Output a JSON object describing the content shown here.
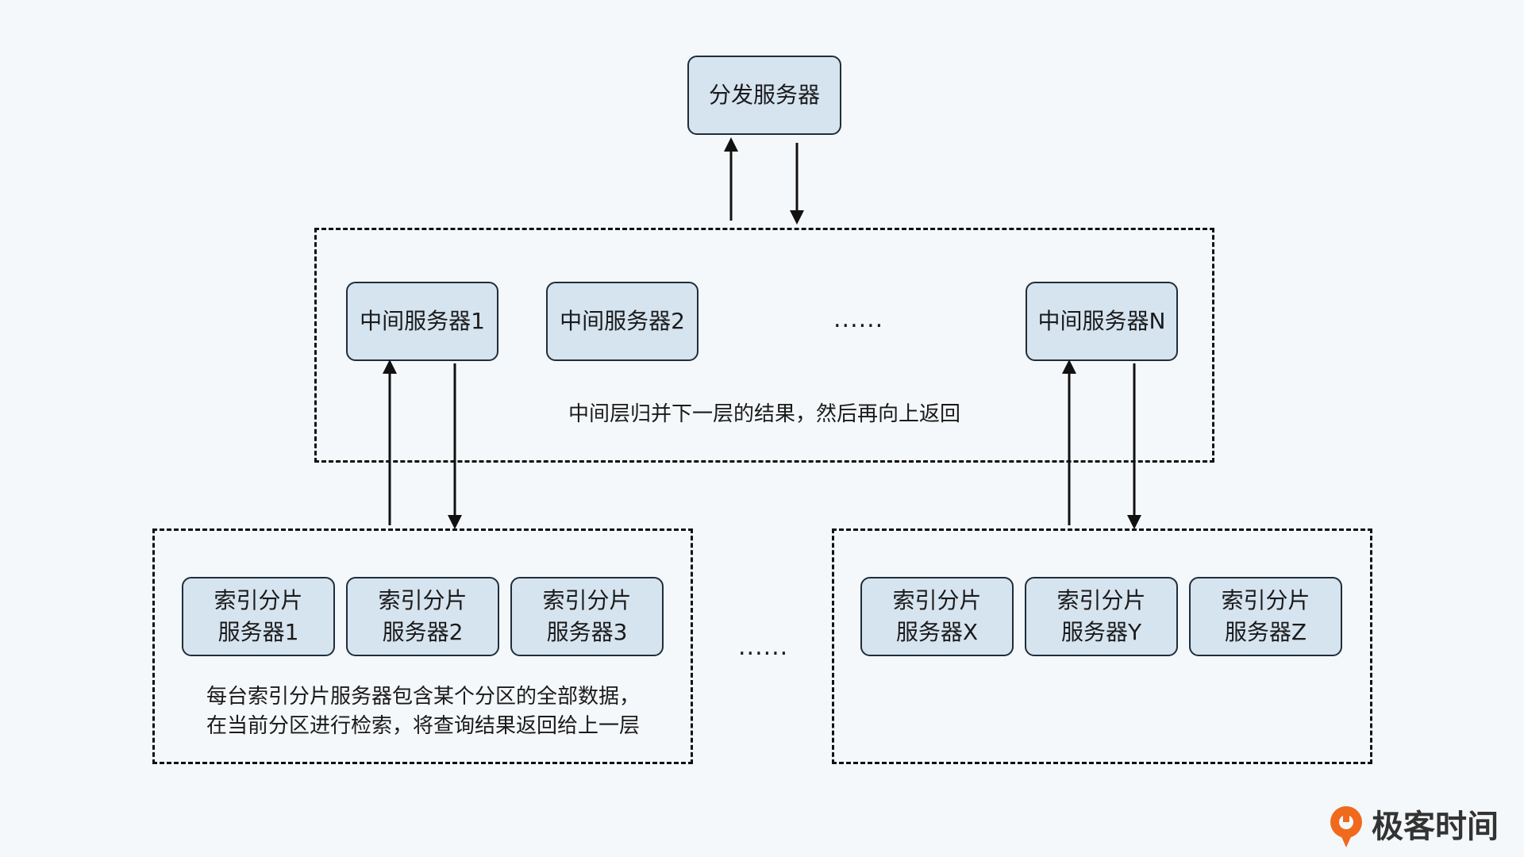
{
  "dispatch": {
    "label": "分发服务器"
  },
  "middle": {
    "servers": [
      "中间服务器1",
      "中间服务器2",
      "中间服务器N"
    ],
    "ellipsis": "......",
    "note": "中间层归并下一层的结果，然后再向上返回"
  },
  "shard_group_left": {
    "servers": [
      {
        "line1": "索引分片",
        "line2": "服务器1"
      },
      {
        "line1": "索引分片",
        "line2": "服务器2"
      },
      {
        "line1": "索引分片",
        "line2": "服务器3"
      }
    ],
    "note_line1": "每台索引分片服务器包含某个分区的全部数据，",
    "note_line2": "在当前分区进行检索，将查询结果返回给上一层"
  },
  "shard_ellipsis": "......",
  "shard_group_right": {
    "servers": [
      {
        "line1": "索引分片",
        "line2": "服务器X"
      },
      {
        "line1": "索引分片",
        "line2": "服务器Y"
      },
      {
        "line1": "索引分片",
        "line2": "服务器Z"
      }
    ]
  },
  "logo": {
    "text": "极客时间",
    "icon": "geektime-logo-icon",
    "color": "#f06a1d"
  }
}
